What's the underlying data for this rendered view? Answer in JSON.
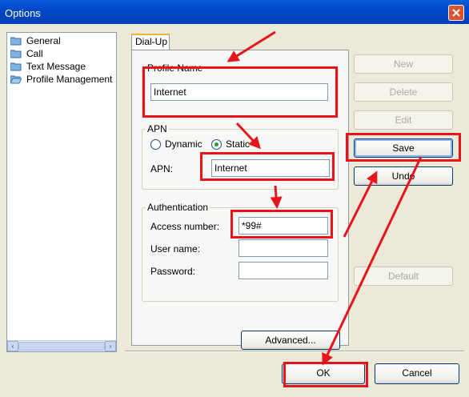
{
  "window": {
    "title": "Options"
  },
  "tree": {
    "items": [
      {
        "label": "General"
      },
      {
        "label": "Call"
      },
      {
        "label": "Text Message"
      },
      {
        "label": "Profile Management"
      }
    ]
  },
  "tab": {
    "label": "Dial-Up"
  },
  "profile": {
    "legend": "Profile Name",
    "value": "Internet"
  },
  "apn": {
    "legend": "APN",
    "dynamic_label": "Dynamic",
    "static_label": "Static",
    "field_label": "APN:",
    "value": "Internet",
    "selected": "Static"
  },
  "auth": {
    "legend": "Authentication",
    "access_label": "Access number:",
    "access_value": "*99#",
    "user_label": "User name:",
    "user_value": "",
    "password_label": "Password:",
    "password_value": ""
  },
  "buttons": {
    "new": "New",
    "delete": "Delete",
    "edit": "Edit",
    "save": "Save",
    "undo": "Undo",
    "default": "Default",
    "advanced": "Advanced...",
    "ok": "OK",
    "cancel": "Cancel"
  },
  "colors": {
    "annotation_red": "#e8141c",
    "titlebar_blue": "#0048c8"
  }
}
